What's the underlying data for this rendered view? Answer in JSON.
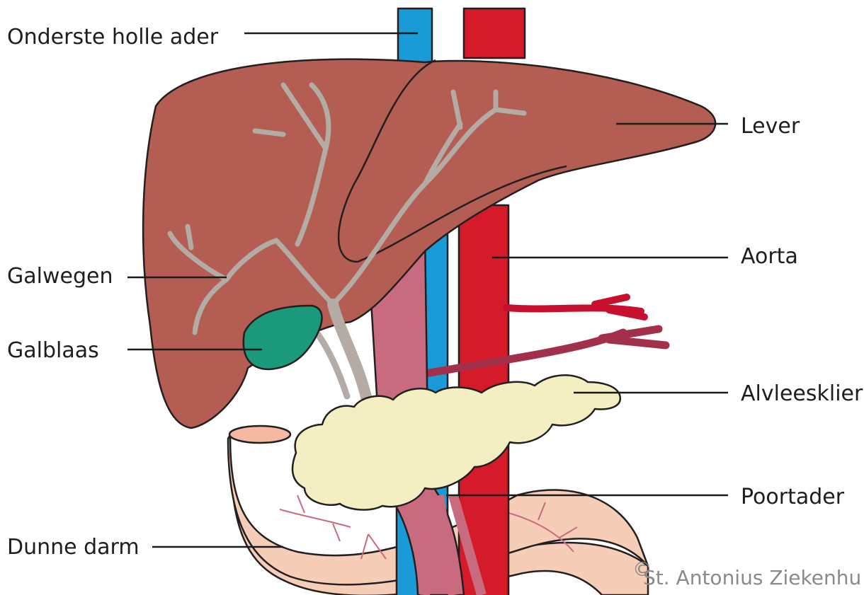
{
  "labels": {
    "onderste_holle_ader": "Onderste holle ader",
    "lever": "Lever",
    "aorta": "Aorta",
    "galwegen": "Galwegen",
    "galblaas": "Galblaas",
    "alvleesklier": "Alvleesklier",
    "poortader": "Poortader",
    "dunne_darm": "Dunne darm"
  },
  "copyright": {
    "symbol": "©",
    "text": "St. Antonius Ziekenhu"
  },
  "colors": {
    "liver": "#b35d53",
    "vena_cava": "#1a9ad6",
    "aorta": "#d51a2a",
    "bile_duct": "#b4aca4",
    "gallbladder": "#1a9a7a",
    "pancreas": "#f4efc3",
    "portal_vein": "#c96b7e",
    "small_intestine": "#f6cdb6",
    "text": "#1e1e1e"
  }
}
